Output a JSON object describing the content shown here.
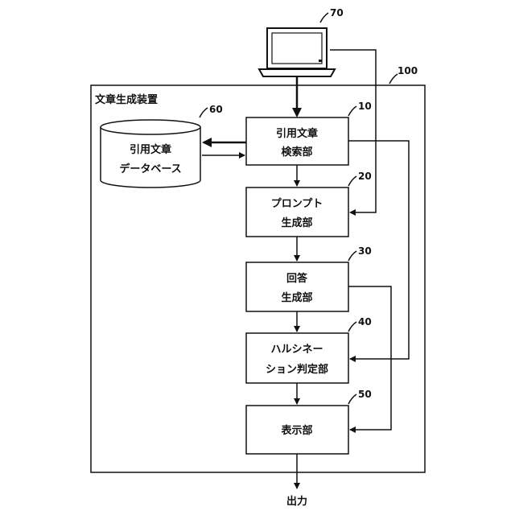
{
  "device": {
    "title": "文章生成装置",
    "ref": "100"
  },
  "terminal": {
    "ref": "70"
  },
  "database": {
    "line1": "引用文章",
    "line2": "データベース",
    "ref": "60"
  },
  "blocks": [
    {
      "line1": "引用文章",
      "line2": "検索部",
      "ref": "10"
    },
    {
      "line1": "プロンプト",
      "line2": "生成部",
      "ref": "20"
    },
    {
      "line1": "回答",
      "line2": "生成部",
      "ref": "30"
    },
    {
      "line1": "ハルシネー",
      "line2": "ション判定部",
      "ref": "40"
    },
    {
      "line1": "表示部",
      "line2": "",
      "ref": "50"
    }
  ],
  "output": {
    "label": "出力"
  }
}
